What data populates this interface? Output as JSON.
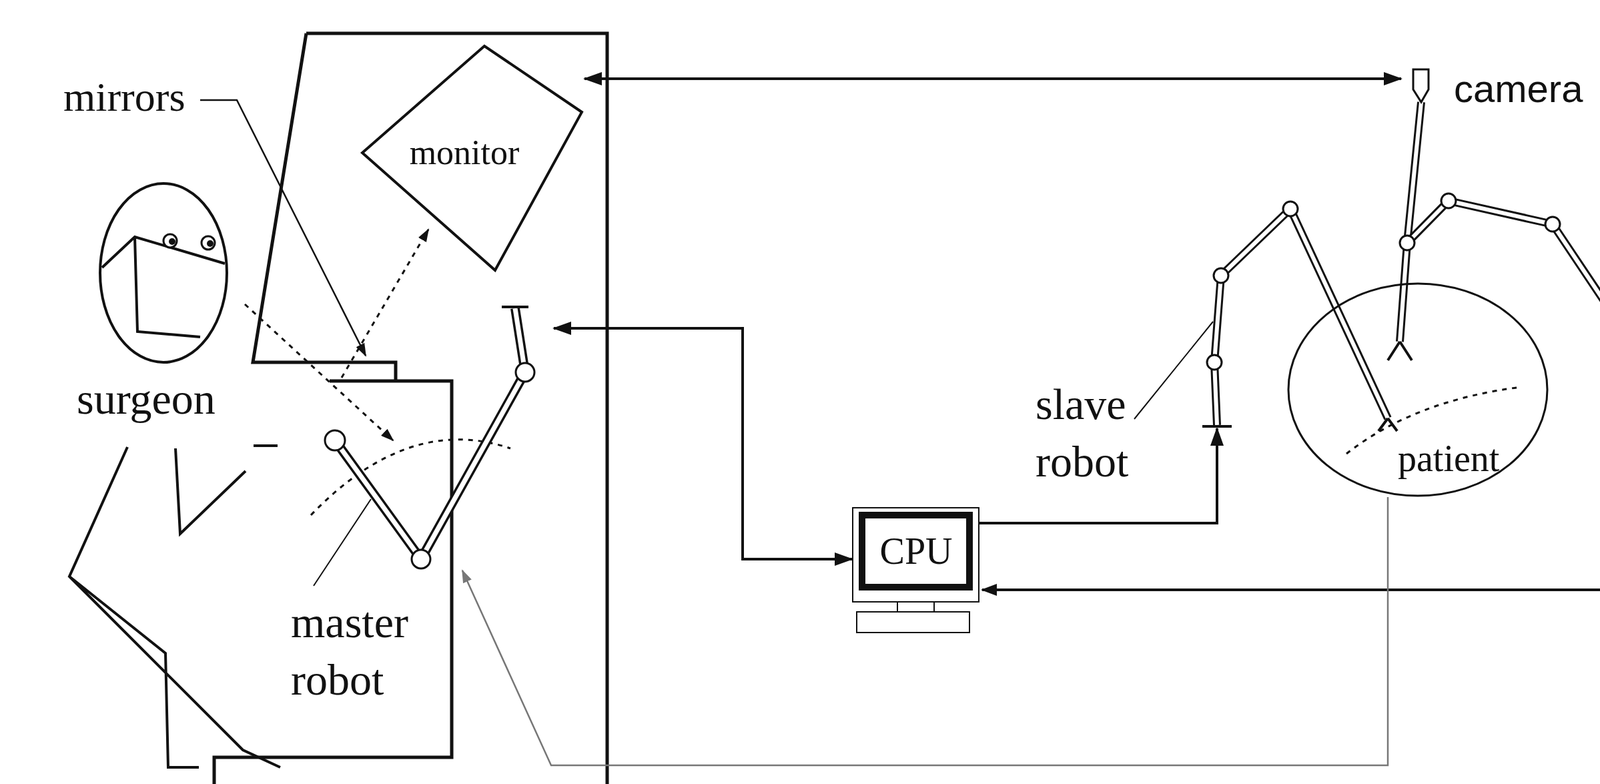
{
  "diagram": {
    "nodes": [
      {
        "text": [
          "monitor"
        ]
      },
      {
        "text": [
          "camera"
        ]
      },
      {
        "text": [
          "master robot"
        ]
      },
      {
        "text": [
          "CPU"
        ]
      },
      {
        "text": [
          "slave robot"
        ]
      },
      {
        "text": [
          "patient"
        ]
      }
    ],
    "edges": [
      {
        "from": 0,
        "to": 1,
        "arrow": "both"
      },
      {
        "from": 2,
        "to": 3,
        "arrow": "both"
      },
      {
        "from": 3,
        "to": 4,
        "arrow": "to"
      },
      {
        "from": 5,
        "to": 2,
        "arrow": "to"
      }
    ],
    "labels": [
      "mirrors",
      "surgeon"
    ]
  }
}
